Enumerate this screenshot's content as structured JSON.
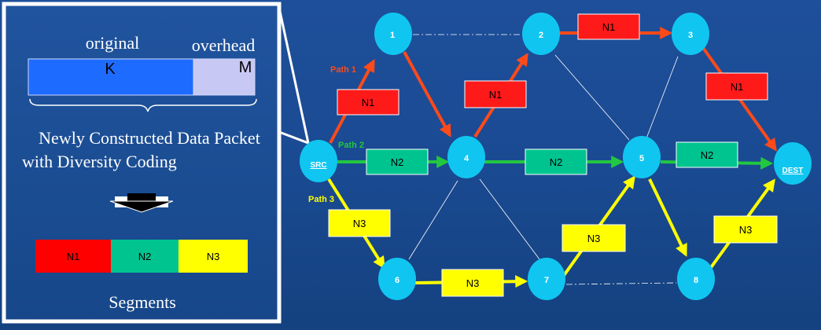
{
  "packet_panel": {
    "original_label": "original",
    "overhead_label": "overhead",
    "original_symbol": "K",
    "overhead_symbol": "M",
    "caption_line1": "Newly Constructed Data Packet",
    "caption_line2": "with Diversity Coding",
    "segments_label": "Segments",
    "segments": [
      "N1",
      "N2",
      "N3"
    ]
  },
  "paths": {
    "path1": "Path 1",
    "path2": "Path 2",
    "path3": "Path 3"
  },
  "nodes": {
    "src": "SRC",
    "dest": "DEST",
    "n1": "1",
    "n2": "2",
    "n3": "3",
    "n4": "4",
    "n5": "5",
    "n6": "6",
    "n7": "7",
    "n8": "8"
  },
  "packet_labels": {
    "n1": "N1",
    "n2": "N2",
    "n3": "N3"
  },
  "colors": {
    "background": "#1a4a92",
    "node": "#10c6f0",
    "red": "#ff1a1a",
    "red_arrow": "#ff4a1a",
    "green": "#00c490",
    "green_arrow": "#22c840",
    "yellow": "#ffff00",
    "original_bar": "#1e6cff",
    "overhead_bar": "#c8c8f4"
  }
}
